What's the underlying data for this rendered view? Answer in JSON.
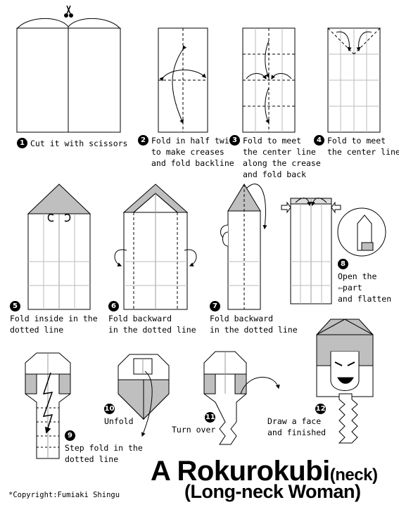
{
  "title": {
    "main": "A Rokurokubi",
    "suffix": "(neck)",
    "subtitle": "(Long-neck Woman)"
  },
  "copyright": "*Copyright:Fumiaki Shingu",
  "steps": [
    {
      "n": "1",
      "text": "Cut it with scissors"
    },
    {
      "n": "2",
      "text": "Fold in half twice\nto make creases\nand fold backline"
    },
    {
      "n": "3",
      "text": "Fold to meet\nthe center line\nalong the crease\nand fold back"
    },
    {
      "n": "4",
      "text": "Fold to meet\nthe center line"
    },
    {
      "n": "5",
      "text": "Fold inside in the\ndotted line"
    },
    {
      "n": "6",
      "text": "Fold backward\nin the dotted line"
    },
    {
      "n": "7",
      "text": "Fold backward\nin the dotted line"
    },
    {
      "n": "8",
      "text": "Open the\n⇦part\nand flatten"
    },
    {
      "n": "9",
      "text": "Step fold in the\ndotted line"
    },
    {
      "n": "10",
      "text": "Unfold"
    },
    {
      "n": "11",
      "text": "Turn over"
    },
    {
      "n": "12",
      "text": "Draw a face\nand finished"
    }
  ],
  "colors": {
    "paper": "#ffffff",
    "folded": "#bfbfbf",
    "line": "#000000",
    "crease": "#9a9a9a"
  }
}
